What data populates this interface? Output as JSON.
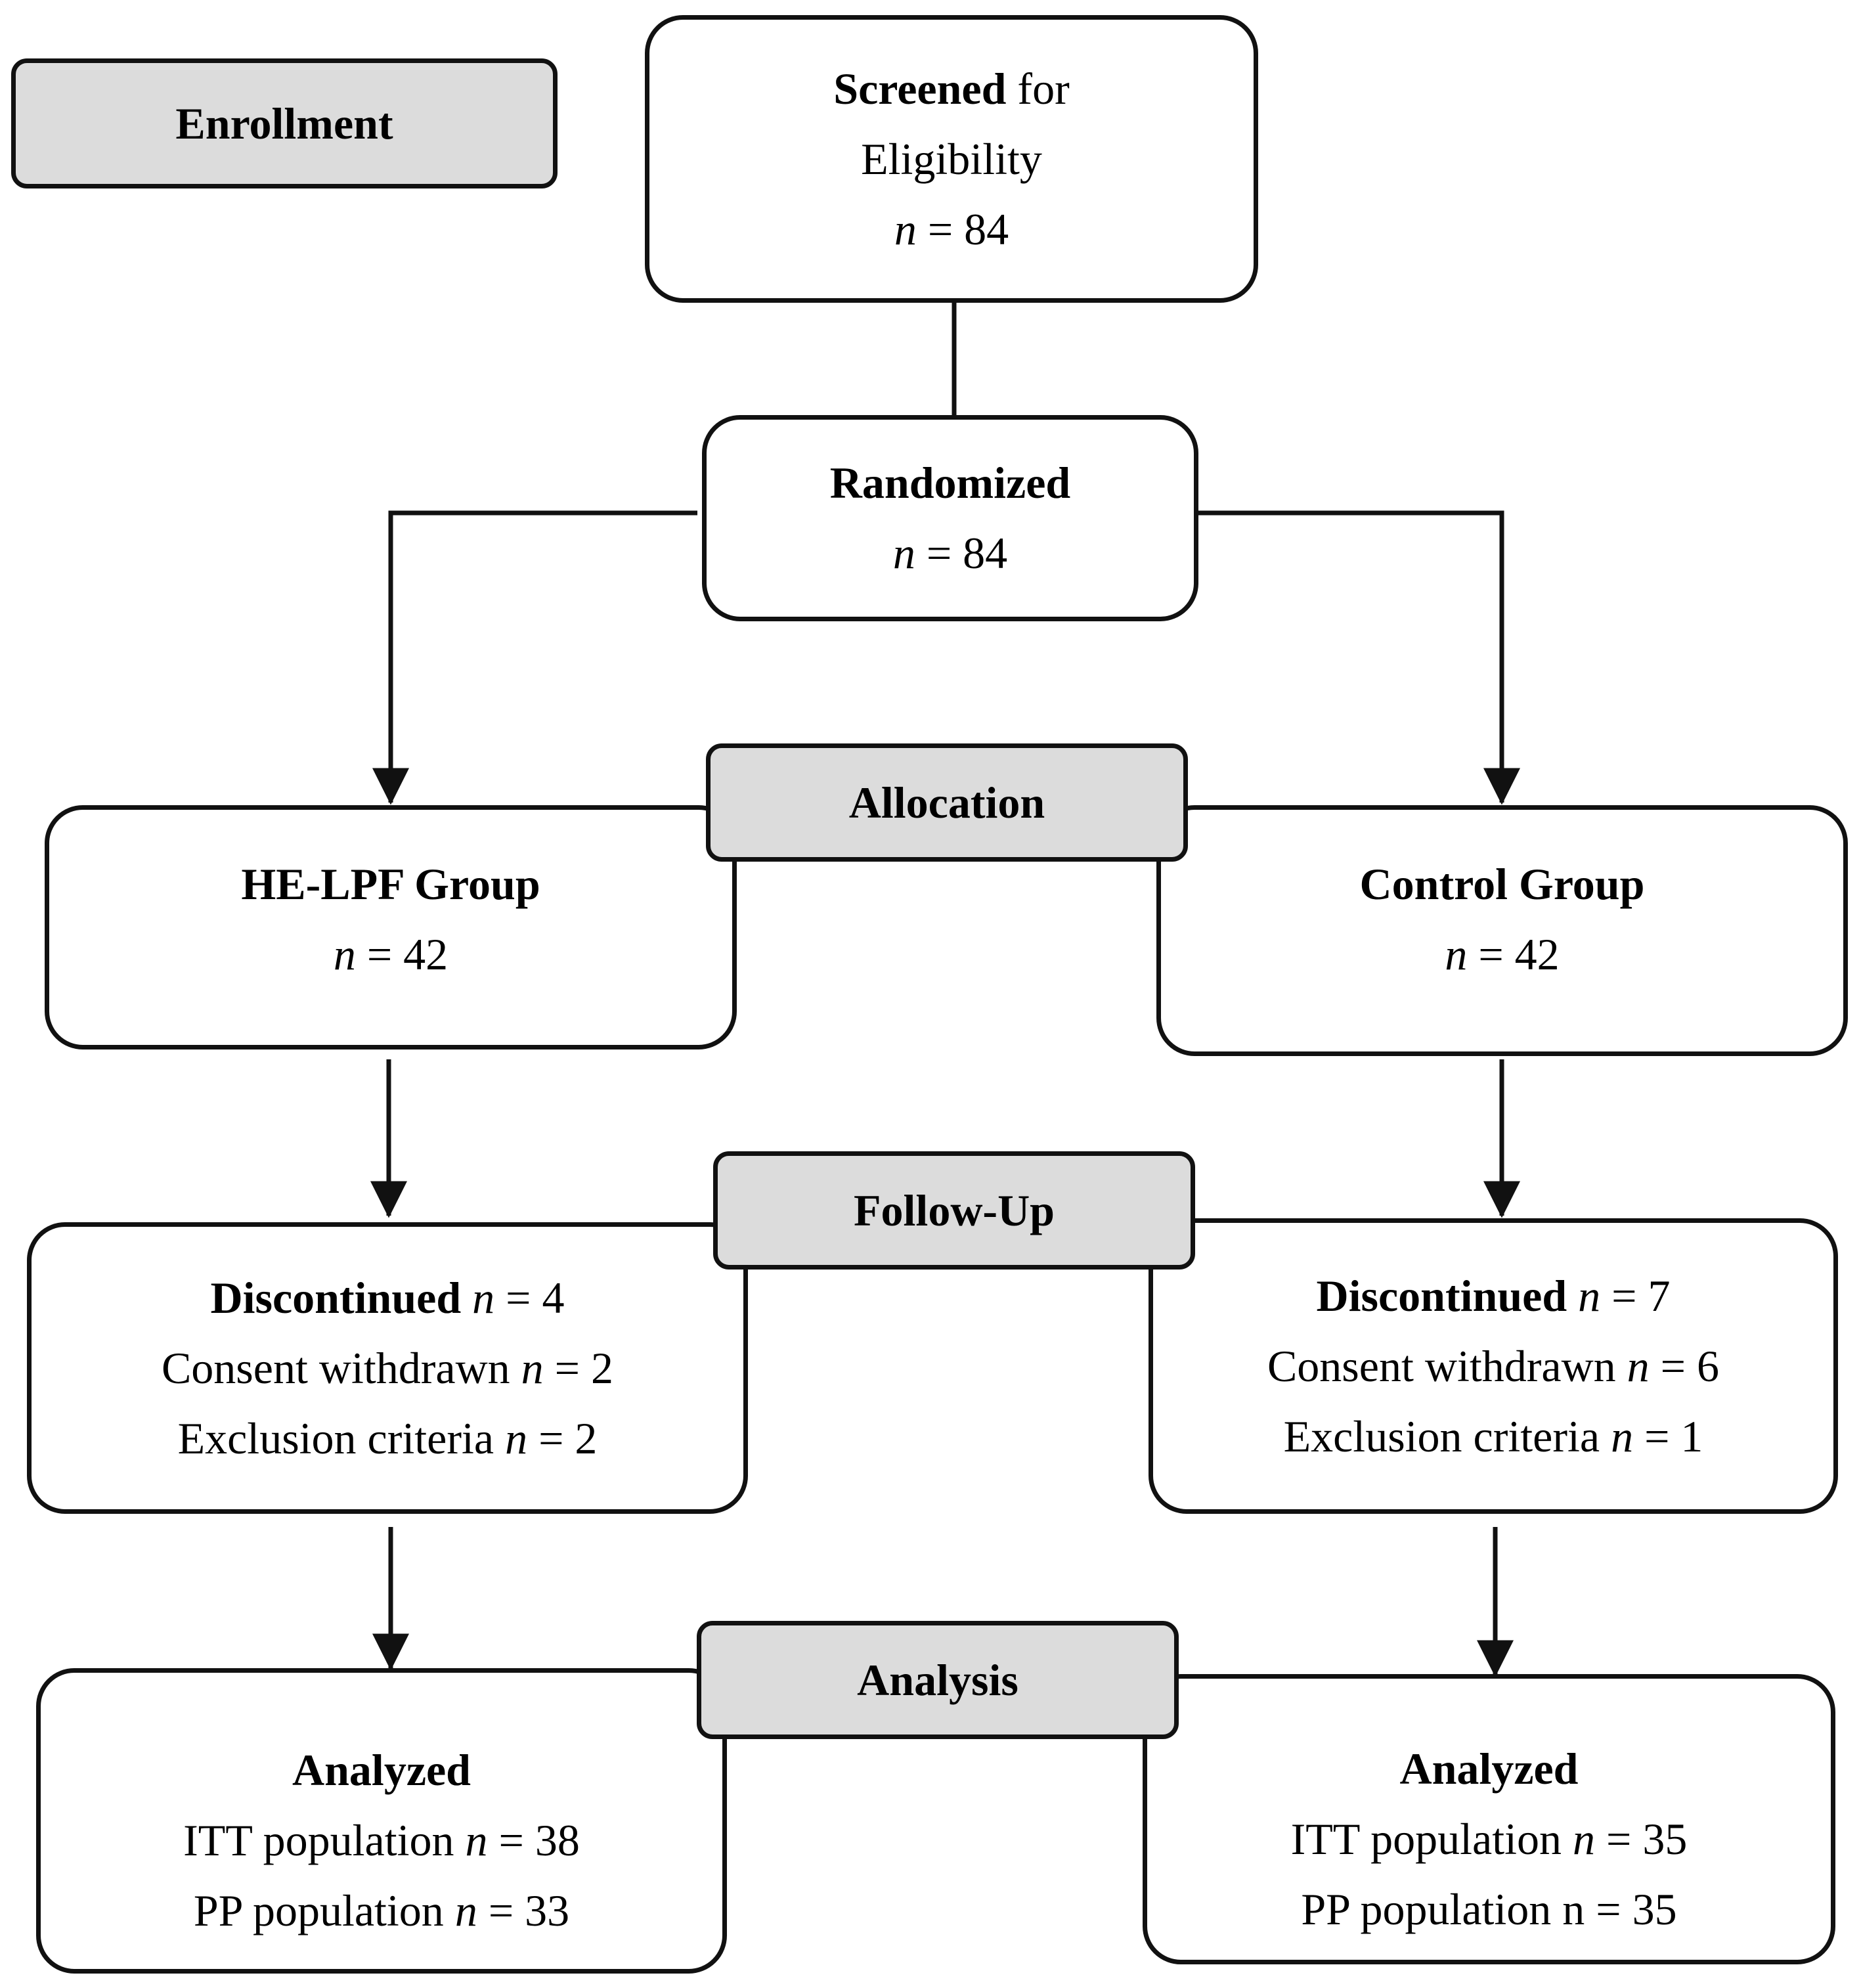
{
  "stages": {
    "enrollment": "Enrollment",
    "allocation": "Allocation",
    "follow_up": "Follow-Up",
    "analysis": "Analysis"
  },
  "screened": {
    "heading": "Screened",
    "heading_rest": "for",
    "line2": "Eligibility",
    "n_symbol": "n",
    "n_value": "= 84"
  },
  "randomized": {
    "heading": "Randomized",
    "n_symbol": "n",
    "n_value": "= 84"
  },
  "groups": {
    "left": {
      "heading": "HE-LPF Group",
      "n_symbol": "n",
      "n_value": "= 42"
    },
    "right": {
      "heading": "Control Group",
      "n_symbol": "n",
      "n_value": "= 42"
    }
  },
  "follow_up": {
    "left": {
      "heading": "Discontinued",
      "heading_n_symbol": "n",
      "heading_n_value": "= 4",
      "consent_label": "Consent withdrawn",
      "consent_n_symbol": "n",
      "consent_n_value": "= 2",
      "exclusion_label": "Exclusion criteria",
      "exclusion_n_symbol": "n",
      "exclusion_n_value": "= 2"
    },
    "right": {
      "heading": "Discontinued",
      "heading_n_symbol": "n",
      "heading_n_value": "= 7",
      "consent_label": "Consent withdrawn",
      "consent_n_symbol": "n",
      "consent_n_value": "= 6",
      "exclusion_label": "Exclusion criteria",
      "exclusion_n_symbol": "n",
      "exclusion_n_value": "= 1"
    }
  },
  "analysis": {
    "left": {
      "heading": "Analyzed",
      "itt_label": "ITT population",
      "itt_n_symbol": "n",
      "itt_n_value": "= 38",
      "pp_label": "PP population",
      "pp_n_symbol": "n",
      "pp_n_value": "= 33"
    },
    "right": {
      "heading": "Analyzed",
      "itt_label": "ITT population",
      "itt_n_symbol": "n",
      "itt_n_value": "= 35",
      "pp_text": "PP population n = 35"
    }
  }
}
